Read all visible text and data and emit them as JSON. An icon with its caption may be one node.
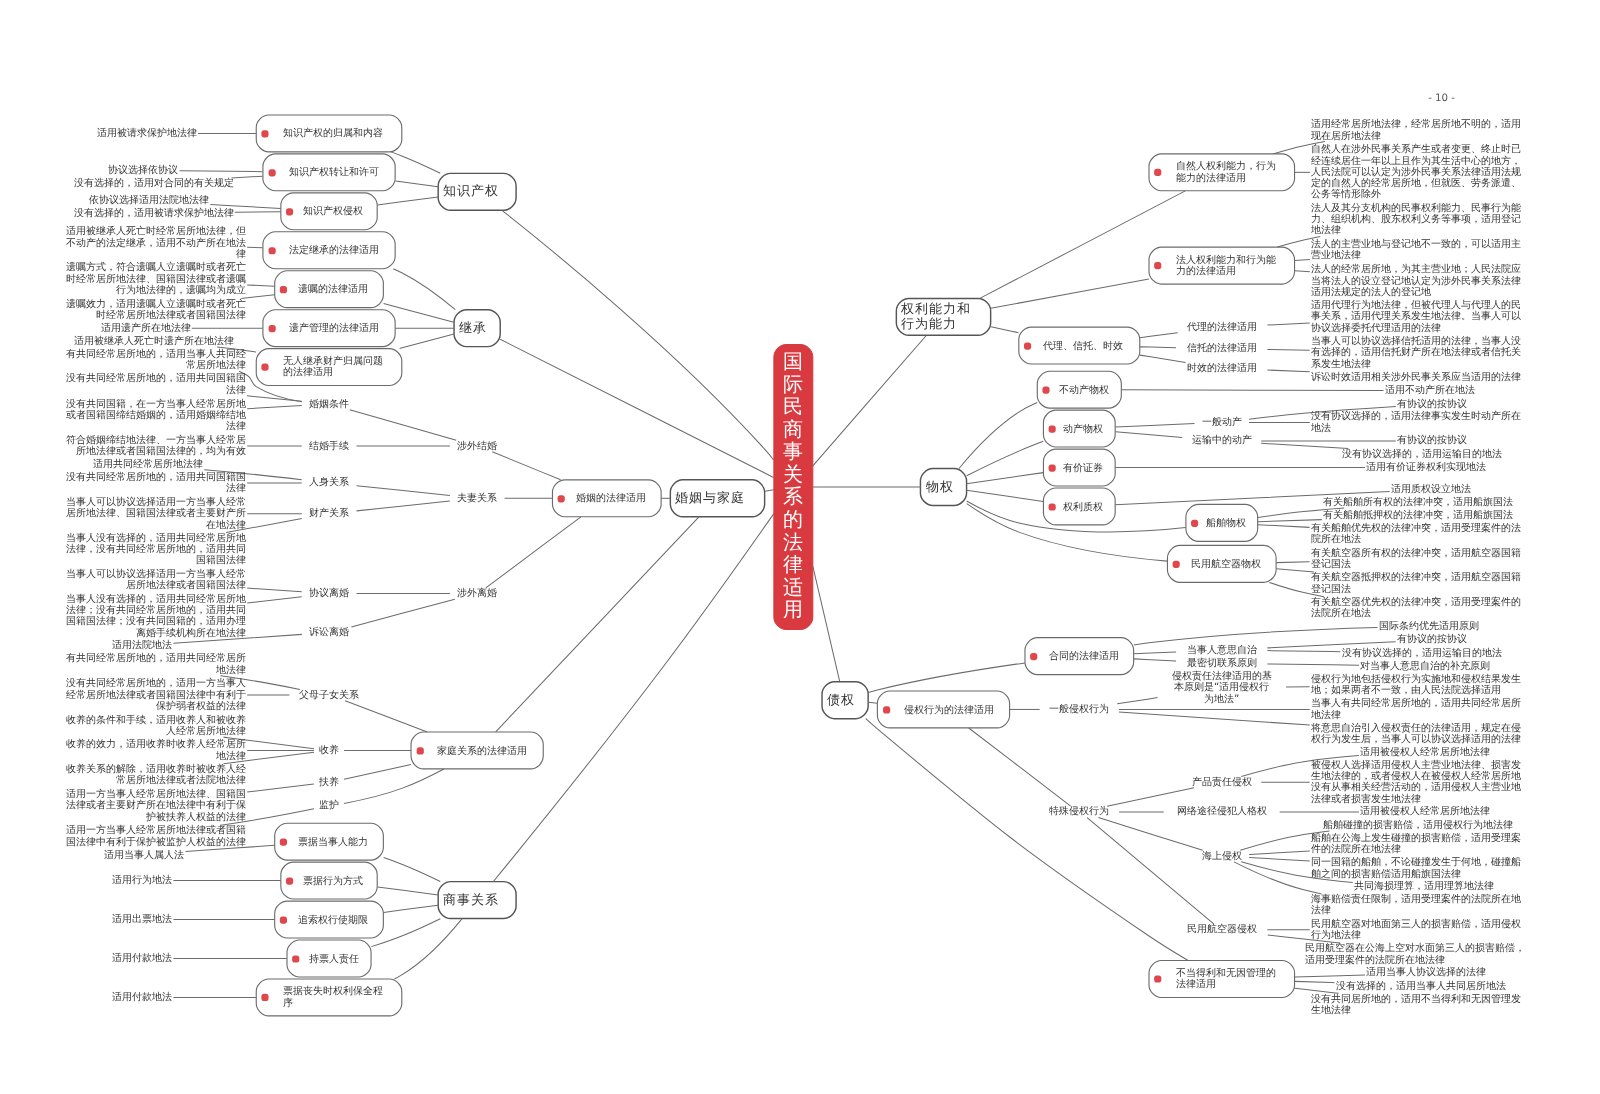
{
  "diagram": {
    "nodes": [
      {
        "text": [
          "国际民商事关系的法律适用"
        ]
      },
      {
        "text": [
          "知识产权"
        ]
      },
      {
        "text": [
          "知识产权的归属和内容"
        ]
      },
      {
        "text": [
          "适用被请求保护地法律"
        ]
      },
      {
        "text": [
          "知识产权转让和许可"
        ]
      },
      {
        "text": [
          "协议选择依协议"
        ]
      },
      {
        "text": [
          "没有选择的，适用对合同的有关规定"
        ]
      },
      {
        "text": [
          "知识产权侵权"
        ]
      },
      {
        "text": [
          "依协议选择适用法院地法律"
        ]
      },
      {
        "text": [
          "没有选择的，适用被请求保护地法律"
        ]
      },
      {
        "text": [
          "继承"
        ]
      },
      {
        "text": [
          "法定继承的法律适用"
        ]
      },
      {
        "text": [
          "适用被继承人死亡时经常居所地法律，但不动产的法定继承，适用不动产所在地法律"
        ]
      },
      {
        "text": [
          "遗嘱的法律适用"
        ]
      },
      {
        "text": [
          "遗嘱方式，符合遗嘱人立遗嘱时或者死亡时经常居所地法律、国籍国法律或者遗嘱行为地法律的，遗嘱均为成立"
        ]
      },
      {
        "text": [
          "遗嘱效力，适用遗嘱人立遗嘱时或者死亡时经常居所地法律或者国籍国法律"
        ]
      },
      {
        "text": [
          "遗产管理的法律适用"
        ]
      },
      {
        "text": [
          "适用遗产所在地法律"
        ]
      },
      {
        "text": [
          "无人继承财产归属问题的法律适用"
        ]
      },
      {
        "text": [
          "适用被继承人死亡时遗产所在地法律"
        ]
      },
      {
        "text": [
          "婚姻与家庭"
        ]
      },
      {
        "text": [
          "婚姻的法律适用"
        ]
      },
      {
        "text": [
          "涉外结婚"
        ]
      },
      {
        "text": [
          "婚姻条件"
        ]
      },
      {
        "text": [
          "有共同经常居所地的，适用当事人共同经常居所地法律"
        ]
      },
      {
        "text": [
          "没有共同经常居所地的，适用共同国籍国法律"
        ]
      },
      {
        "text": [
          "没有共同国籍，在一方当事人经常居所地或者国籍国缔结婚姻的，适用婚姻缔结地法律"
        ]
      },
      {
        "text": [
          "结婚手续"
        ]
      },
      {
        "text": [
          "符合婚姻缔结地法律、一方当事人经常居所地法律或者国籍国法律的，均为有效"
        ]
      },
      {
        "text": [
          "夫妻关系"
        ]
      },
      {
        "text": [
          "人身关系"
        ]
      },
      {
        "text": [
          "适用共同经常居所地法律"
        ]
      },
      {
        "text": [
          "没有共同经常居所地的，适用共同国籍国法律"
        ]
      },
      {
        "text": [
          "财产关系"
        ]
      },
      {
        "text": [
          "当事人可以协议选择适用一方当事人经常居所地法律、国籍国法律或者主要财产所在地法律"
        ]
      },
      {
        "text": [
          "当事人没有选择的，适用共同经常居所地法律，没有共同经常居所地的，适用共同国籍国法律"
        ]
      },
      {
        "text": [
          "涉外离婚"
        ]
      },
      {
        "text": [
          "协议离婚"
        ]
      },
      {
        "text": [
          "当事人可以协议选择适用一方当事人经常居所地法律或者国籍国法律"
        ]
      },
      {
        "text": [
          "当事人没有选择的，适用共同经常居所地法律；没有共同经常居所地的，适用共同国籍国法律；没有共同国籍的，适用办理离婚手续机构所在地法律"
        ]
      },
      {
        "text": [
          "诉讼离婚"
        ]
      },
      {
        "text": [
          "适用法院地法"
        ]
      },
      {
        "text": [
          "家庭关系的法律适用"
        ]
      },
      {
        "text": [
          "父母子女关系"
        ]
      },
      {
        "text": [
          "有共同经常居所地的，适用共同经常居所地法律"
        ]
      },
      {
        "text": [
          "没有共同经常居所地的，适用一方当事人经常居所地法律或者国籍国法律中有利于保护弱者权益的法律"
        ]
      },
      {
        "text": [
          "收养"
        ]
      },
      {
        "text": [
          "收养的条件和手续，适用收养人和被收养人经常居所地法律"
        ]
      },
      {
        "text": [
          "收养的效力，适用收养时收养人经常居所地法律"
        ]
      },
      {
        "text": [
          "收养关系的解除，适用收养时被收养人经常居所地法律或者法院地法律"
        ]
      },
      {
        "text": [
          "扶养"
        ]
      },
      {
        "text": [
          "适用一方当事人经常居所地法律、国籍国法律或者主要财产所在地法律中有利于保护被扶养人权益的法律"
        ]
      },
      {
        "text": [
          "监护"
        ]
      },
      {
        "text": [
          "适用一方当事人经常居所地法律或者国籍国法律中有利于保护被监护人权益的法律"
        ]
      },
      {
        "text": [
          "商事关系"
        ]
      },
      {
        "text": [
          "票据当事人能力"
        ]
      },
      {
        "text": [
          "适用当事人属人法"
        ]
      },
      {
        "text": [
          "票据行为方式"
        ]
      },
      {
        "text": [
          "适用行为地法"
        ]
      },
      {
        "text": [
          "追索权行使期限"
        ]
      },
      {
        "text": [
          "适用出票地法"
        ]
      },
      {
        "text": [
          "持票人责任"
        ]
      },
      {
        "text": [
          "适用付款地法"
        ]
      },
      {
        "text": [
          "票据丧失时权利保全程序"
        ]
      },
      {
        "text": [
          "适用付款地法"
        ]
      },
      {
        "text": [
          "权利能力和行为能力"
        ]
      },
      {
        "text": [
          "自然人权利能力，行为能力的法律适用"
        ]
      },
      {
        "text": [
          "适用经常居所地法律，经常居所地不明的，适用现在居所地法律"
        ]
      },
      {
        "text": [
          "自然人在涉外民事关系产生或者变更、终止时已经连续居住一年以上且作为其生活中心的地方，人民法院可以认定为涉外民事关系法律适用法规定的自然人的经常居所地，但就医、劳务派遣、公务等情形除外"
        ]
      },
      {
        "text": [
          "法人权利能力和行为能力的法律适用"
        ]
      },
      {
        "text": [
          "法人及其分支机构的民事权利能力、民事行为能力、组织机构、股东权利义务等事项，适用登记地法律"
        ]
      },
      {
        "text": [
          "法人的主营业地与登记地不一致的，可以适用主营业地法律"
        ]
      },
      {
        "text": [
          "法人的经常居所地，为其主营业地；人民法院应当将法人的设立登记地认定为涉外民事关系法律适用法规定的法人的登记地"
        ]
      },
      {
        "text": [
          "代理、信托、时效"
        ]
      },
      {
        "text": [
          "代理的法律适用"
        ]
      },
      {
        "text": [
          "适用代理行为地法律，但被代理人与代理人的民事关系，适用代理关系发生地法律。当事人可以协议选择委托代理适用的法律"
        ]
      },
      {
        "text": [
          "信托的法律适用"
        ]
      },
      {
        "text": [
          "当事人可以协议选择信托适用的法律，当事人没有选择的，适用信托财产所在地法律或者信托关系发生地法律"
        ]
      },
      {
        "text": [
          "时效的法律适用"
        ]
      },
      {
        "text": [
          "诉讼时效适用相关涉外民事关系应当适用的法律"
        ]
      },
      {
        "text": [
          "物权"
        ]
      },
      {
        "text": [
          "不动产物权"
        ]
      },
      {
        "text": [
          "适用不动产所在地法"
        ]
      },
      {
        "text": [
          "动产物权"
        ]
      },
      {
        "text": [
          "一般动产"
        ]
      },
      {
        "text": [
          "有协议的按协议"
        ]
      },
      {
        "text": [
          "没有协议选择的，适用法律事实发生时动产所在地法"
        ]
      },
      {
        "text": [
          "运输中的动产"
        ]
      },
      {
        "text": [
          "有协议的按协议"
        ]
      },
      {
        "text": [
          "没有协议选择的，适用运输目的地法"
        ]
      },
      {
        "text": [
          "有价证券"
        ]
      },
      {
        "text": [
          "适用有价证券权利实现地法"
        ]
      },
      {
        "text": [
          "权利质权"
        ]
      },
      {
        "text": [
          "适用质权设立地法"
        ]
      },
      {
        "text": [
          "船舶物权"
        ]
      },
      {
        "text": [
          "有关船舶所有权的法律冲突，适用船旗国法"
        ]
      },
      {
        "text": [
          "有关船舶抵押权的法律冲突，适用船旗国法"
        ]
      },
      {
        "text": [
          "有关船舶优先权的法律冲突，适用受理案件的法院所在地法"
        ]
      },
      {
        "text": [
          "民用航空器物权"
        ]
      },
      {
        "text": [
          "有关航空器所有权的法律冲突，适用航空器国籍登记国法"
        ]
      },
      {
        "text": [
          "有关航空器抵押权的法律冲突，适用航空器国籍登记国法"
        ]
      },
      {
        "text": [
          "有关航空器优先权的法律冲突，适用受理案件的法院所在地法"
        ]
      },
      {
        "text": [
          "债权"
        ]
      },
      {
        "text": [
          "合同的法律适用"
        ]
      },
      {
        "text": [
          "国际条约优先适用原则"
        ]
      },
      {
        "text": [
          "当事人意思自治"
        ]
      },
      {
        "text": [
          "有协议的按协议"
        ]
      },
      {
        "text": [
          "没有协议选择的，适用运输目的地法"
        ]
      },
      {
        "text": [
          "最密切联系原则"
        ]
      },
      {
        "text": [
          "对当事人意思自治的补充原则"
        ]
      },
      {
        "text": [
          "侵权行为的法律适用"
        ]
      },
      {
        "text": [
          "一般侵权行为"
        ]
      },
      {
        "text": [
          "侵权责任法律适用的基本原则是“适用侵权行为地法”"
        ]
      },
      {
        "text": [
          "侵权行为地包括侵权行为实施地和侵权结果发生地；如果两者不一致，由人民法院选择适用"
        ]
      },
      {
        "text": [
          "当事人有共同经常居所地的，适用共同经常居所地法律"
        ]
      },
      {
        "text": [
          "将意思自治引入侵权责任的法律适用，规定在侵权行为发生后，当事人可以协议选择适用的法律"
        ]
      },
      {
        "text": [
          "特殊侵权行为"
        ]
      },
      {
        "text": [
          "产品责任侵权"
        ]
      },
      {
        "text": [
          "适用被侵权人经常居所地法律"
        ]
      },
      {
        "text": [
          "被侵权人选择适用侵权人主营业地法律、损害发生地法律的，或者侵权人在被侵权人经常居所地没有从事相关经营活动的，适用侵权人主营业地法律或者损害发生地法律"
        ]
      },
      {
        "text": [
          "网络途径侵犯人格权"
        ]
      },
      {
        "text": [
          "适用被侵权人经常居所地法律"
        ]
      },
      {
        "text": [
          "海上侵权"
        ]
      },
      {
        "text": [
          "船舶碰撞的损害赔偿，适用侵权行为地法律"
        ]
      },
      {
        "text": [
          "船舶在公海上发生碰撞的损害赔偿，适用受理案件的法院所在地法律"
        ]
      },
      {
        "text": [
          "同一国籍的船舶，不论碰撞发生于何地，碰撞船舶之间的损害赔偿适用船旗国法律"
        ]
      },
      {
        "text": [
          "共同海损理算，适用理算地法律"
        ]
      },
      {
        "text": [
          "海事赔偿责任限制，适用受理案件的法院所在地法律"
        ]
      },
      {
        "text": [
          "民用航空器侵权"
        ]
      },
      {
        "text": [
          "民用航空器对地面第三人的损害赔偿，适用侵权行为地法律"
        ]
      },
      {
        "text": [
          "民用航空器在公海上空对水面第三人的损害赔偿，适用受理案件的法院所在地法律"
        ]
      },
      {
        "text": [
          "不当得利和无因管理的法律适用"
        ]
      },
      {
        "text": [
          "适用当事人协议选择的法律"
        ]
      },
      {
        "text": [
          "没有选择的，适用当事人共同居所地法"
        ]
      },
      {
        "text": [
          "没有共同居所地的，适用不当得利和无因管理发生地法律"
        ]
      }
    ],
    "edges": [
      {
        "from": 1,
        "to": 0,
        "arrow": "none"
      },
      {
        "from": 2,
        "to": 1,
        "arrow": "none"
      },
      {
        "from": 3,
        "to": 2,
        "arrow": "none"
      },
      {
        "from": 4,
        "to": 1,
        "arrow": "none"
      },
      {
        "from": 5,
        "to": 4,
        "arrow": "none"
      },
      {
        "from": 6,
        "to": 4,
        "arrow": "none"
      },
      {
        "from": 7,
        "to": 1,
        "arrow": "none"
      },
      {
        "from": 8,
        "to": 7,
        "arrow": "none"
      },
      {
        "from": 9,
        "to": 7,
        "arrow": "none"
      },
      {
        "from": 10,
        "to": 0,
        "arrow": "none"
      },
      {
        "from": 11,
        "to": 10,
        "arrow": "none"
      },
      {
        "from": 12,
        "to": 11,
        "arrow": "none"
      },
      {
        "from": 13,
        "to": 10,
        "arrow": "none"
      },
      {
        "from": 14,
        "to": 13,
        "arrow": "none"
      },
      {
        "from": 15,
        "to": 13,
        "arrow": "none"
      },
      {
        "from": 16,
        "to": 10,
        "arrow": "none"
      },
      {
        "from": 17,
        "to": 16,
        "arrow": "none"
      },
      {
        "from": 18,
        "to": 10,
        "arrow": "none"
      },
      {
        "from": 19,
        "to": 18,
        "arrow": "none"
      },
      {
        "from": 20,
        "to": 0,
        "arrow": "none"
      },
      {
        "from": 21,
        "to": 20,
        "arrow": "none"
      },
      {
        "from": 22,
        "to": 21,
        "arrow": "none"
      },
      {
        "from": 23,
        "to": 22,
        "arrow": "none"
      },
      {
        "from": 24,
        "to": 23,
        "arrow": "none"
      },
      {
        "from": 25,
        "to": 23,
        "arrow": "none"
      },
      {
        "from": 26,
        "to": 23,
        "arrow": "none"
      },
      {
        "from": 27,
        "to": 22,
        "arrow": "none"
      },
      {
        "from": 28,
        "to": 27,
        "arrow": "none"
      },
      {
        "from": 29,
        "to": 21,
        "arrow": "none"
      },
      {
        "from": 30,
        "to": 29,
        "arrow": "none"
      },
      {
        "from": 31,
        "to": 30,
        "arrow": "none"
      },
      {
        "from": 32,
        "to": 30,
        "arrow": "none"
      },
      {
        "from": 33,
        "to": 29,
        "arrow": "none"
      },
      {
        "from": 34,
        "to": 33,
        "arrow": "none"
      },
      {
        "from": 35,
        "to": 33,
        "arrow": "none"
      },
      {
        "from": 36,
        "to": 21,
        "arrow": "none"
      },
      {
        "from": 37,
        "to": 36,
        "arrow": "none"
      },
      {
        "from": 38,
        "to": 37,
        "arrow": "none"
      },
      {
        "from": 39,
        "to": 37,
        "arrow": "none"
      },
      {
        "from": 40,
        "to": 36,
        "arrow": "none"
      },
      {
        "from": 41,
        "to": 40,
        "arrow": "none"
      },
      {
        "from": 42,
        "to": 20,
        "arrow": "none"
      },
      {
        "from": 43,
        "to": 42,
        "arrow": "none"
      },
      {
        "from": 44,
        "to": 43,
        "arrow": "none"
      },
      {
        "from": 45,
        "to": 43,
        "arrow": "none"
      },
      {
        "from": 46,
        "to": 42,
        "arrow": "none"
      },
      {
        "from": 47,
        "to": 46,
        "arrow": "none"
      },
      {
        "from": 48,
        "to": 46,
        "arrow": "none"
      },
      {
        "from": 49,
        "to": 46,
        "arrow": "none"
      },
      {
        "from": 50,
        "to": 42,
        "arrow": "none"
      },
      {
        "from": 51,
        "to": 50,
        "arrow": "none"
      },
      {
        "from": 52,
        "to": 42,
        "arrow": "none"
      },
      {
        "from": 53,
        "to": 52,
        "arrow": "none"
      },
      {
        "from": 54,
        "to": 0,
        "arrow": "none"
      },
      {
        "from": 55,
        "to": 54,
        "arrow": "none"
      },
      {
        "from": 56,
        "to": 55,
        "arrow": "none"
      },
      {
        "from": 57,
        "to": 54,
        "arrow": "none"
      },
      {
        "from": 58,
        "to": 57,
        "arrow": "none"
      },
      {
        "from": 59,
        "to": 54,
        "arrow": "none"
      },
      {
        "from": 60,
        "to": 59,
        "arrow": "none"
      },
      {
        "from": 61,
        "to": 54,
        "arrow": "none"
      },
      {
        "from": 62,
        "to": 61,
        "arrow": "none"
      },
      {
        "from": 63,
        "to": 54,
        "arrow": "none"
      },
      {
        "from": 64,
        "to": 63,
        "arrow": "none"
      },
      {
        "from": 0,
        "to": 65,
        "arrow": "none"
      },
      {
        "from": 65,
        "to": 66,
        "arrow": "none"
      },
      {
        "from": 66,
        "to": 67,
        "arrow": "none"
      },
      {
        "from": 66,
        "to": 68,
        "arrow": "none"
      },
      {
        "from": 65,
        "to": 69,
        "arrow": "none"
      },
      {
        "from": 69,
        "to": 70,
        "arrow": "none"
      },
      {
        "from": 69,
        "to": 71,
        "arrow": "none"
      },
      {
        "from": 69,
        "to": 72,
        "arrow": "none"
      },
      {
        "from": 65,
        "to": 73,
        "arrow": "none"
      },
      {
        "from": 73,
        "to": 74,
        "arrow": "none"
      },
      {
        "from": 74,
        "to": 75,
        "arrow": "none"
      },
      {
        "from": 73,
        "to": 76,
        "arrow": "none"
      },
      {
        "from": 76,
        "to": 77,
        "arrow": "none"
      },
      {
        "from": 73,
        "to": 78,
        "arrow": "none"
      },
      {
        "from": 78,
        "to": 79,
        "arrow": "none"
      },
      {
        "from": 0,
        "to": 80,
        "arrow": "none"
      },
      {
        "from": 80,
        "to": 81,
        "arrow": "none"
      },
      {
        "from": 81,
        "to": 82,
        "arrow": "none"
      },
      {
        "from": 80,
        "to": 83,
        "arrow": "none"
      },
      {
        "from": 83,
        "to": 84,
        "arrow": "none"
      },
      {
        "from": 84,
        "to": 85,
        "arrow": "none"
      },
      {
        "from": 84,
        "to": 86,
        "arrow": "none"
      },
      {
        "from": 83,
        "to": 87,
        "arrow": "none"
      },
      {
        "from": 87,
        "to": 88,
        "arrow": "none"
      },
      {
        "from": 87,
        "to": 89,
        "arrow": "none"
      },
      {
        "from": 80,
        "to": 90,
        "arrow": "none"
      },
      {
        "from": 90,
        "to": 91,
        "arrow": "none"
      },
      {
        "from": 80,
        "to": 92,
        "arrow": "none"
      },
      {
        "from": 92,
        "to": 93,
        "arrow": "none"
      },
      {
        "from": 80,
        "to": 94,
        "arrow": "none"
      },
      {
        "from": 94,
        "to": 95,
        "arrow": "none"
      },
      {
        "from": 94,
        "to": 96,
        "arrow": "none"
      },
      {
        "from": 94,
        "to": 97,
        "arrow": "none"
      },
      {
        "from": 80,
        "to": 98,
        "arrow": "none"
      },
      {
        "from": 98,
        "to": 99,
        "arrow": "none"
      },
      {
        "from": 98,
        "to": 100,
        "arrow": "none"
      },
      {
        "from": 98,
        "to": 101,
        "arrow": "none"
      },
      {
        "from": 0,
        "to": 102,
        "arrow": "none"
      },
      {
        "from": 102,
        "to": 103,
        "arrow": "none"
      },
      {
        "from": 103,
        "to": 104,
        "arrow": "none"
      },
      {
        "from": 103,
        "to": 105,
        "arrow": "none"
      },
      {
        "from": 105,
        "to": 106,
        "arrow": "none"
      },
      {
        "from": 105,
        "to": 107,
        "arrow": "none"
      },
      {
        "from": 103,
        "to": 108,
        "arrow": "none"
      },
      {
        "from": 108,
        "to": 109,
        "arrow": "none"
      },
      {
        "from": 102,
        "to": 110,
        "arrow": "none"
      },
      {
        "from": 110,
        "to": 111,
        "arrow": "none"
      },
      {
        "from": 111,
        "to": 112,
        "arrow": "none"
      },
      {
        "from": 112,
        "to": 113,
        "arrow": "none"
      },
      {
        "from": 111,
        "to": 114,
        "arrow": "none"
      },
      {
        "from": 111,
        "to": 115,
        "arrow": "none"
      },
      {
        "from": 110,
        "to": 116,
        "arrow": "none"
      },
      {
        "from": 116,
        "to": 117,
        "arrow": "none"
      },
      {
        "from": 117,
        "to": 118,
        "arrow": "none"
      },
      {
        "from": 117,
        "to": 119,
        "arrow": "none"
      },
      {
        "from": 116,
        "to": 120,
        "arrow": "none"
      },
      {
        "from": 120,
        "to": 121,
        "arrow": "none"
      },
      {
        "from": 116,
        "to": 122,
        "arrow": "none"
      },
      {
        "from": 122,
        "to": 123,
        "arrow": "none"
      },
      {
        "from": 122,
        "to": 124,
        "arrow": "none"
      },
      {
        "from": 122,
        "to": 125,
        "arrow": "none"
      },
      {
        "from": 122,
        "to": 126,
        "arrow": "none"
      },
      {
        "from": 122,
        "to": 127,
        "arrow": "none"
      },
      {
        "from": 116,
        "to": 128,
        "arrow": "none"
      },
      {
        "from": 128,
        "to": 129,
        "arrow": "none"
      },
      {
        "from": 128,
        "to": 130,
        "arrow": "none"
      },
      {
        "from": 102,
        "to": 131,
        "arrow": "none"
      },
      {
        "from": 131,
        "to": 132,
        "arrow": "none"
      },
      {
        "from": 131,
        "to": 133,
        "arrow": "none"
      },
      {
        "from": 131,
        "to": 134,
        "arrow": "none"
      }
    ],
    "labels": [
      "- 10 -"
    ]
  }
}
